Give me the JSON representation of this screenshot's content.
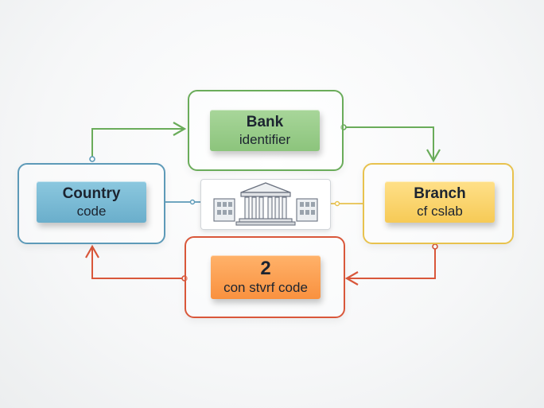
{
  "nodes": {
    "bank": {
      "line1": "Bank",
      "line2": "identifier",
      "color": "#8cc47c",
      "frame_color": "#6aac5a"
    },
    "branch": {
      "line1": "Branch",
      "line2": "cf cslab",
      "color": "#f6ca56",
      "frame_color": "#e8c24e"
    },
    "country": {
      "line1": "Country",
      "line2": "code",
      "color": "#6aaecb",
      "frame_color": "#5d9ab8"
    },
    "check": {
      "line1": "2",
      "line2": "con stvrf code",
      "color": "#f9913f",
      "frame_color": "#d9573a"
    }
  },
  "center_icon": "bank-building-icon"
}
